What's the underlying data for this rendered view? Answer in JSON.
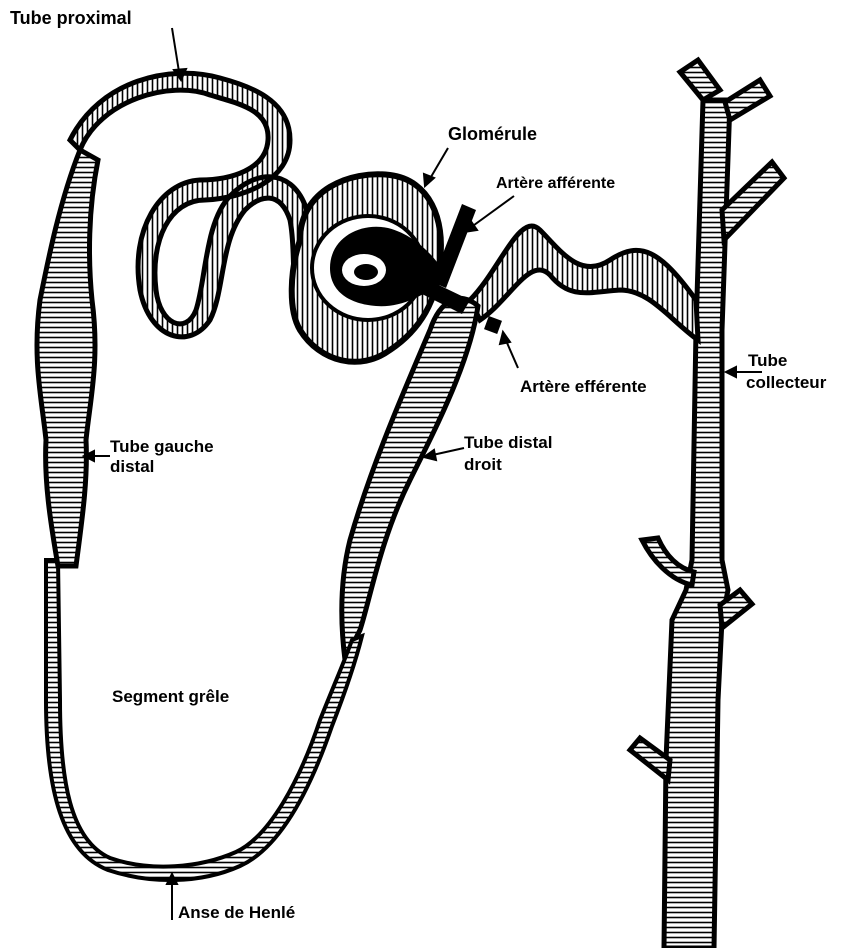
{
  "labels": {
    "tube_proximal": "Tube proximal",
    "glomerule": "Glomérule",
    "artere_afferente": "Artère afférente",
    "artere_efferente": "Artère efférente",
    "tube_collecteur_1": "Tube",
    "tube_collecteur_2": "collecteur",
    "tube_gauche_distal_1": "Tube gauche",
    "tube_gauche_distal_2": "distal",
    "tube_distal_droit_1": "Tube distal",
    "tube_distal_droit_2": "droit",
    "segment_grele": "Segment grêle",
    "anse_de_henle": "Anse de Henlé"
  },
  "colors": {
    "ink": "#000000",
    "paper": "#ffffff"
  }
}
